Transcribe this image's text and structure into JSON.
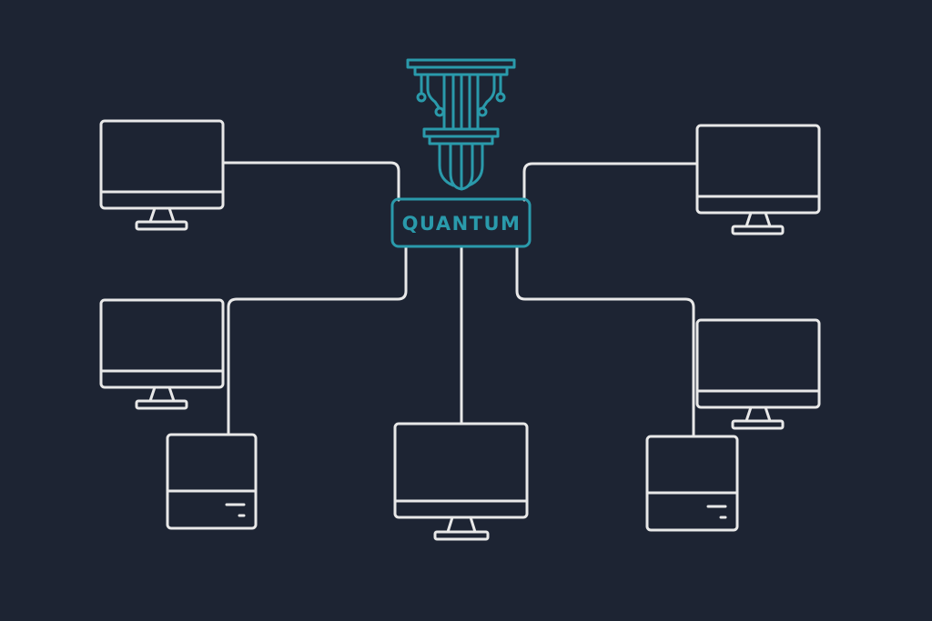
{
  "hub": {
    "label": "QUANTUM",
    "icon": "quantum-computer-chandelier-icon",
    "color": "#2a9aab"
  },
  "nodes": [
    {
      "id": "monitor-top-left",
      "kind": "monitor"
    },
    {
      "id": "monitor-middle-left",
      "kind": "monitor"
    },
    {
      "id": "server-bottom-left",
      "kind": "server"
    },
    {
      "id": "monitor-bottom-center",
      "kind": "monitor"
    },
    {
      "id": "monitor-top-right",
      "kind": "monitor"
    },
    {
      "id": "monitor-middle-right",
      "kind": "monitor"
    },
    {
      "id": "server-bottom-right",
      "kind": "server"
    }
  ],
  "colors": {
    "background": "#1d2433",
    "line": "#e8e8e8",
    "accent": "#2a9aab"
  }
}
